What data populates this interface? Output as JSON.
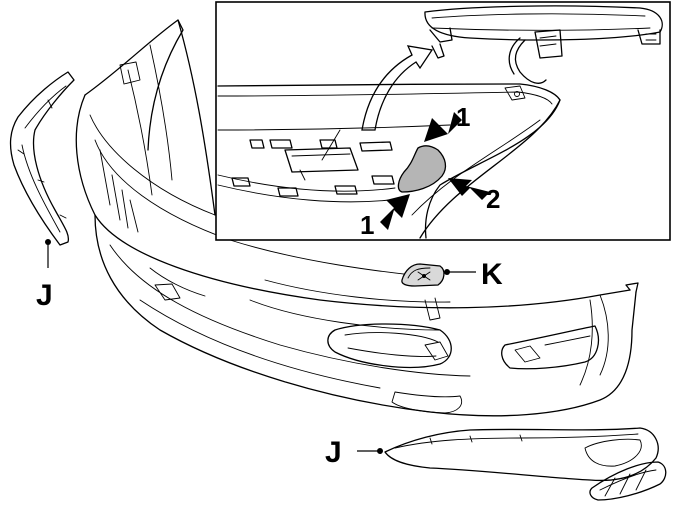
{
  "callouts": {
    "trim_left": "J",
    "trim_right": "J",
    "cap": "K",
    "inset_arrow_1a": "1",
    "inset_arrow_1b": "1",
    "inset_arrow_2": "2"
  },
  "colors": {
    "line": "#000000",
    "background": "#ffffff",
    "highlight_fill": "#b5b5b5",
    "cap_fill": "#d9d9d9"
  }
}
